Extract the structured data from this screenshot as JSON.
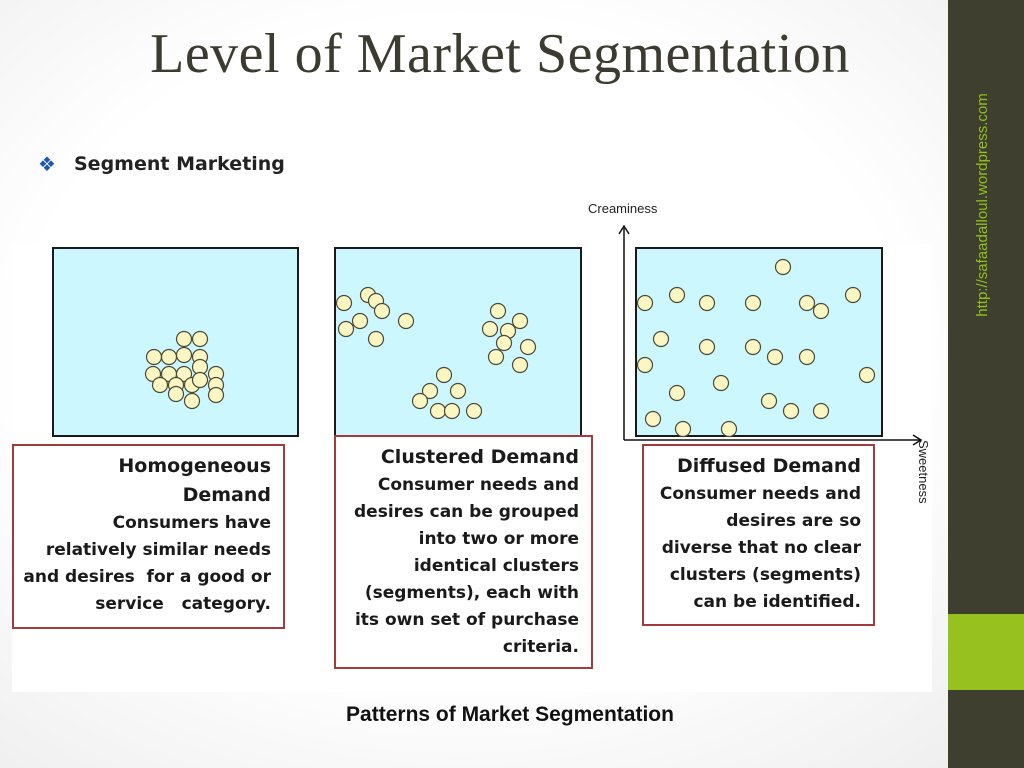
{
  "slide": {
    "title": "Level of Market Segmentation",
    "bullet_icon": "diamond-bullet-icon",
    "bullet_text": "Segment Marketing",
    "sidebar_url": "http://safaadalloul.wordpress.com"
  },
  "figure": {
    "caption": "Patterns of Market Segmentation",
    "axes": {
      "y_label": "Creaminess",
      "x_label": "Sweetness"
    },
    "patterns": [
      {
        "heading": "Homogeneous Demand",
        "heading_lines": [
          "Homogeneous",
          "Demand"
        ],
        "body_lines": [
          "Consumers have",
          "relatively similar needs",
          "and desires  for a good or",
          "service   category."
        ]
      },
      {
        "heading": "Clustered Demand",
        "heading_lines": [
          "Clustered Demand"
        ],
        "body_lines": [
          "Consumer needs and",
          "desires can be grouped",
          "into two or more",
          "identical clusters",
          "(segments), each with",
          "its own set of purchase",
          "criteria."
        ]
      },
      {
        "heading": "Diffused Demand",
        "heading_lines": [
          "Diffused Demand"
        ],
        "body_lines": [
          "Consumer needs and",
          "desires are so",
          "diverse that no clear",
          "clusters (segments)",
          "can be identified."
        ]
      }
    ]
  },
  "colors": {
    "panel_fill": "#ccf7ff",
    "dot_fill": "#fbf6c2",
    "box_border": "#a23a3e",
    "sidebar": "#3f3f30",
    "sidebar_accent": "#97c11f",
    "bullet": "#1f57b4"
  }
}
